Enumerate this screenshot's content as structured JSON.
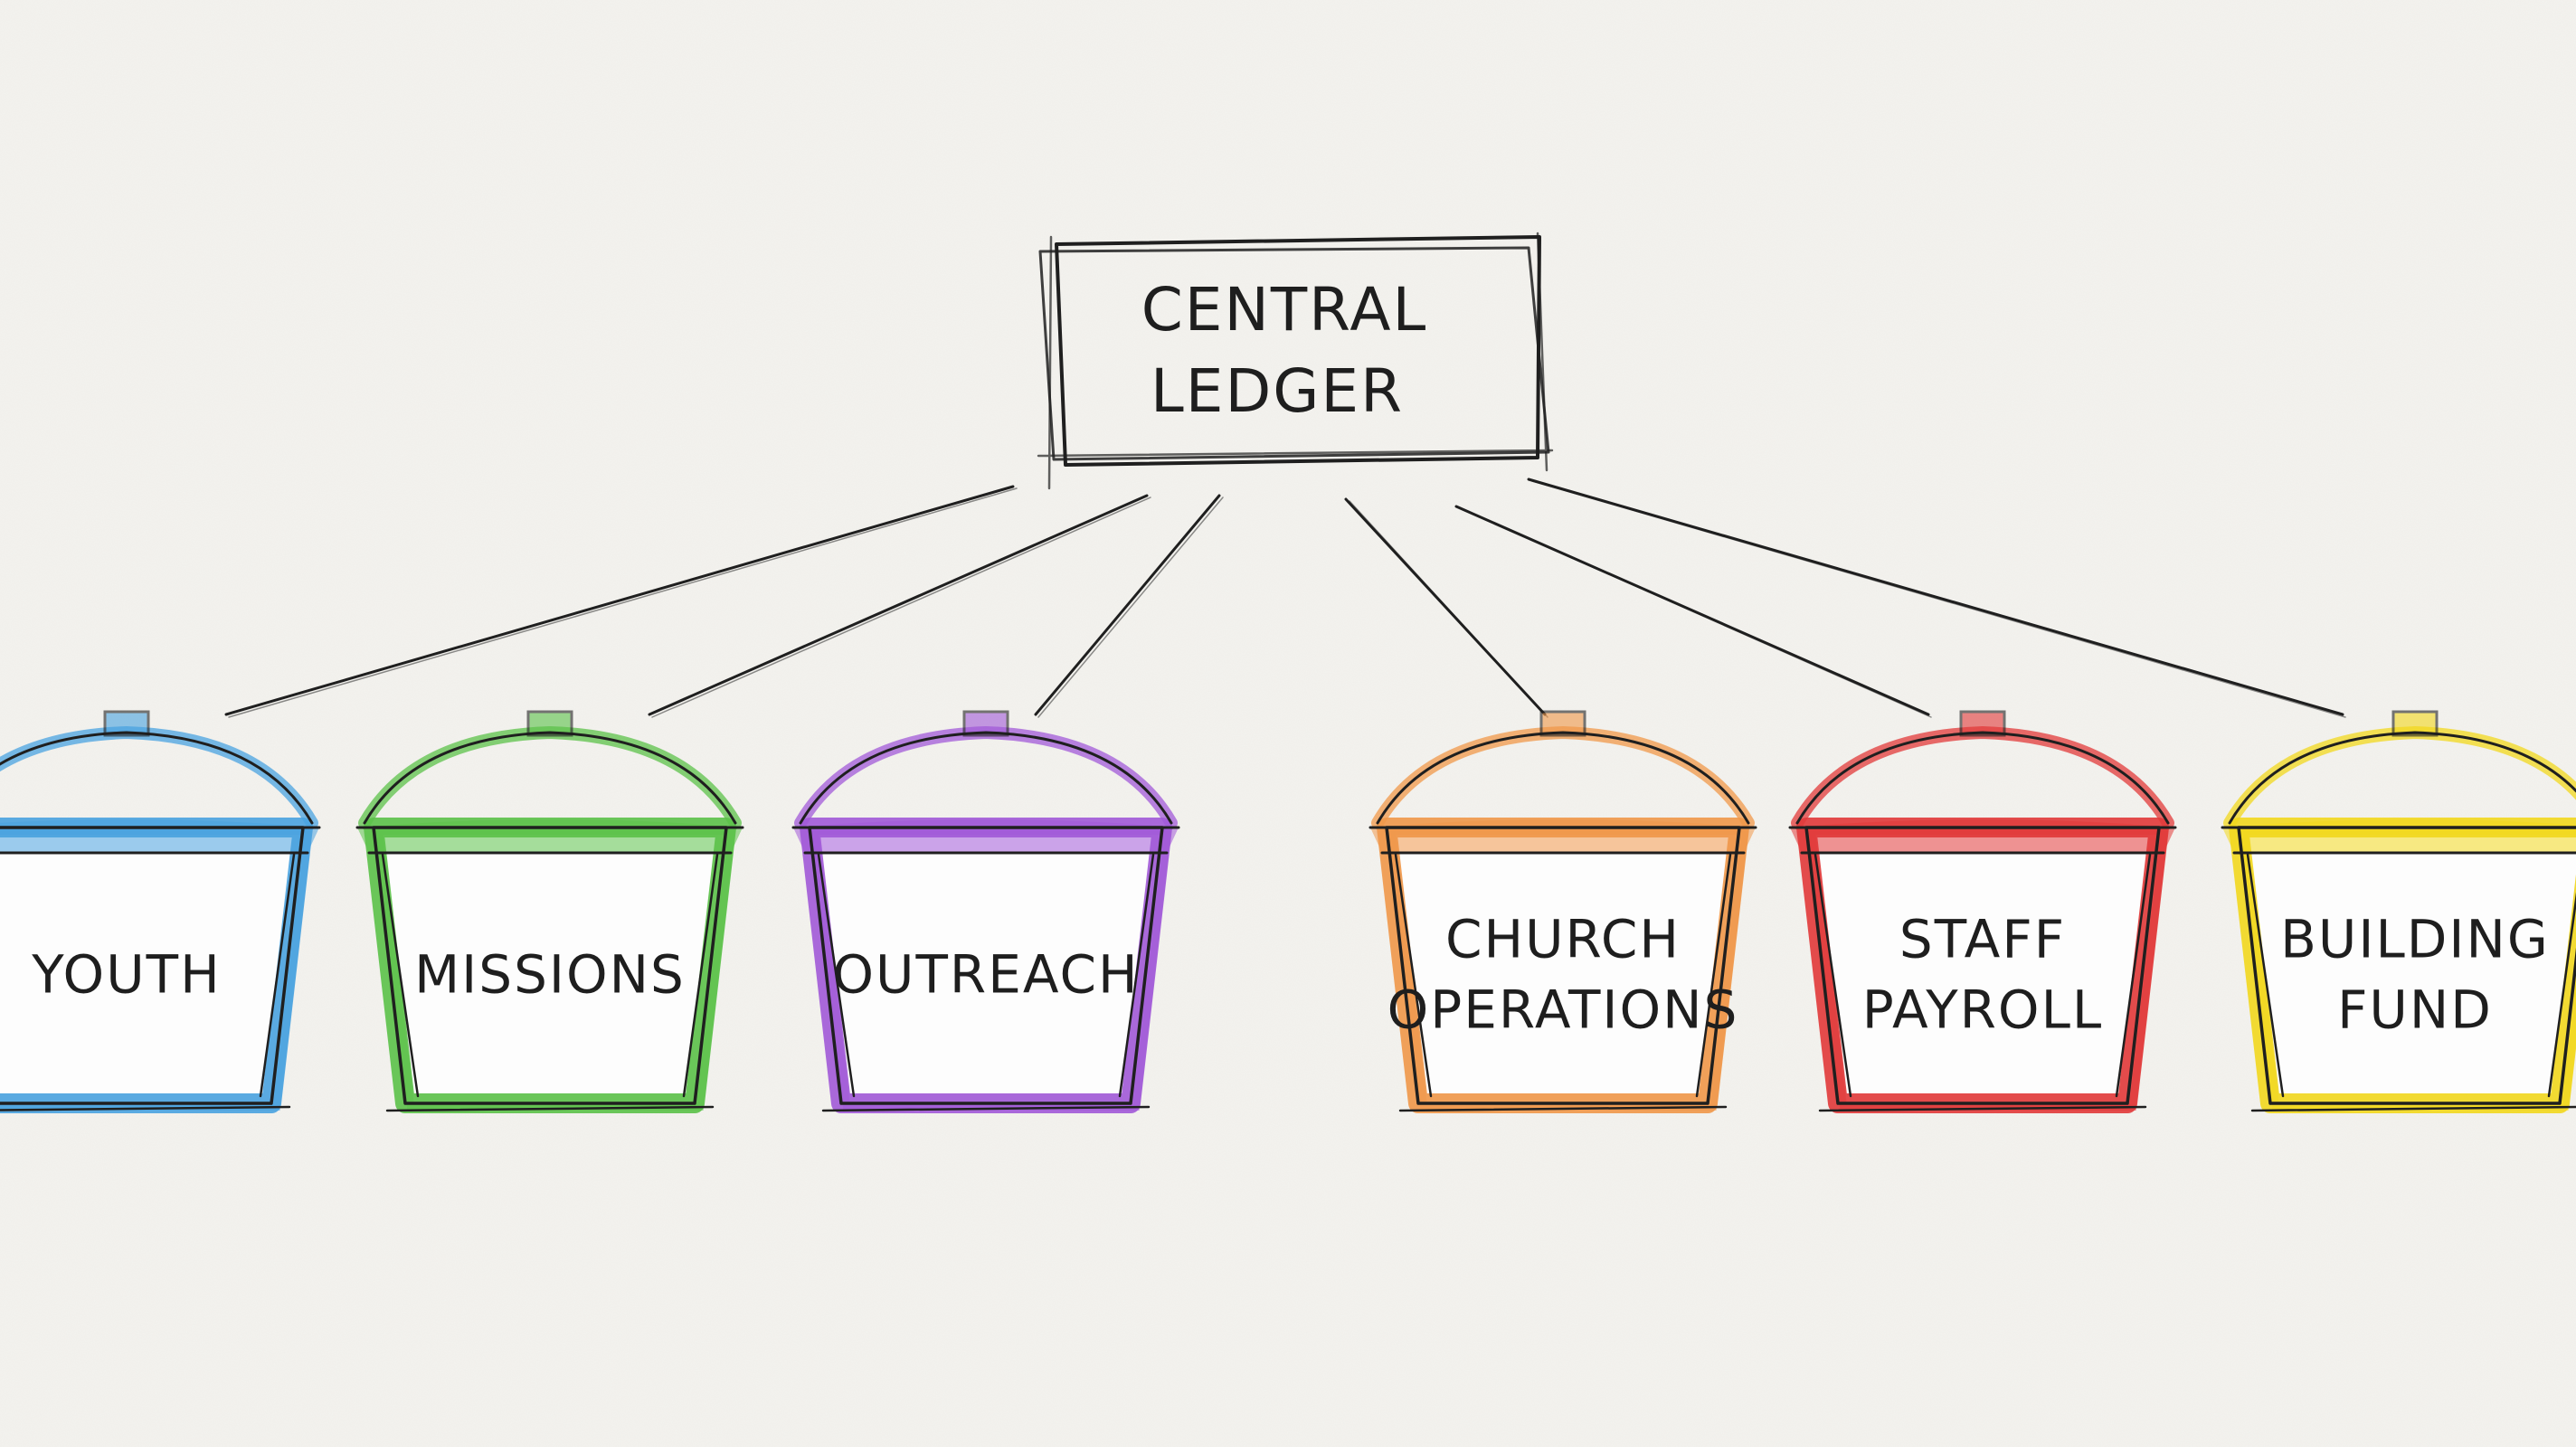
{
  "central": {
    "lines": [
      "CENTRAL",
      "LEDGER"
    ]
  },
  "buckets": [
    {
      "id": "youth",
      "lines": [
        "YOUTH"
      ],
      "color": "#4aa3e0"
    },
    {
      "id": "missions",
      "lines": [
        "MISSIONS"
      ],
      "color": "#5cc24a"
    },
    {
      "id": "outreach",
      "lines": [
        "OUTREACH"
      ],
      "color": "#a25ad8"
    },
    {
      "id": "church-operations",
      "lines": [
        "CHURCH",
        "OPERATIONS"
      ],
      "color": "#f0984a"
    },
    {
      "id": "staff-payroll",
      "lines": [
        "STAFF",
        "PAYROLL"
      ],
      "color": "#e23a3a"
    },
    {
      "id": "building-fund",
      "lines": [
        "BUILDING",
        "FUND"
      ],
      "color": "#f2d81e"
    }
  ]
}
